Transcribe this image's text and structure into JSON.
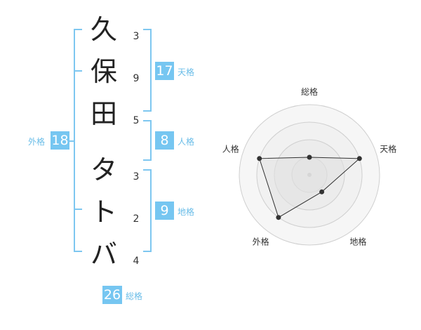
{
  "name": {
    "chars": [
      {
        "char": "久",
        "strokes": "3"
      },
      {
        "char": "保",
        "strokes": "9"
      },
      {
        "char": "田",
        "strokes": "5"
      },
      {
        "char": "タ",
        "strokes": "3"
      },
      {
        "char": "ト",
        "strokes": "2"
      },
      {
        "char": "バ",
        "strokes": "4"
      }
    ]
  },
  "fortune": {
    "tenkaku": {
      "value": "17",
      "label": "天格"
    },
    "jinkaku": {
      "value": "8",
      "label": "人格"
    },
    "chikaku": {
      "value": "9",
      "label": "地格"
    },
    "gaikaku": {
      "value": "18",
      "label": "外格"
    },
    "soukaku": {
      "value": "26",
      "label": "総格"
    }
  },
  "chart_data": {
    "type": "radar",
    "axes": [
      "総格",
      "天格",
      "地格",
      "外格",
      "人格"
    ],
    "rmax": 4,
    "values": [
      1.0,
      3.0,
      1.2,
      3.0,
      3.0
    ],
    "grid_levels": 4
  },
  "colors": {
    "accent": "#76c6f1",
    "line": "#7ec7f0"
  }
}
